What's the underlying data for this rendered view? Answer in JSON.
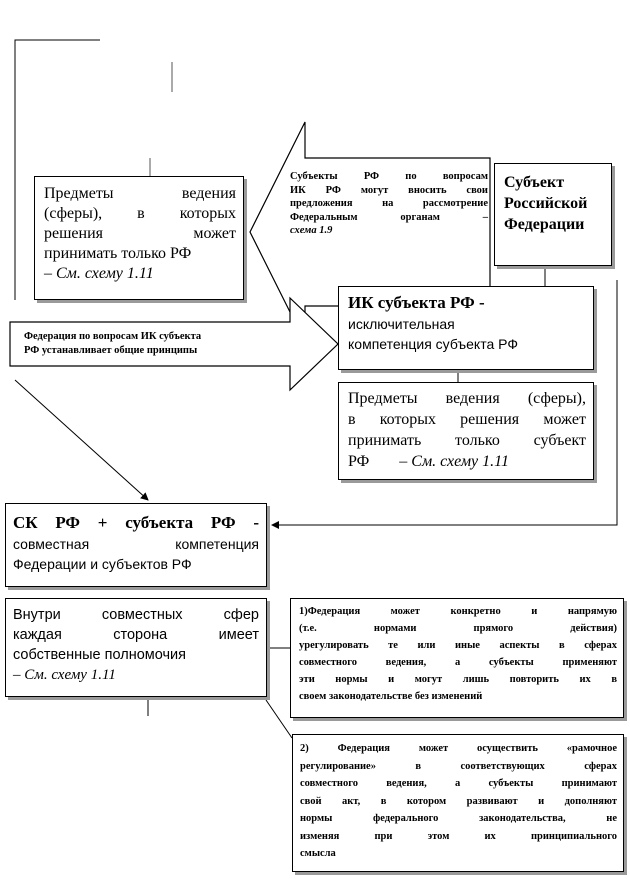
{
  "predmety_rf": {
    "line1": "Предметы ведения",
    "line2": "(сферы), в которых",
    "line3": "решения может",
    "line4": "принимать только РФ",
    "ref": "– См. схему 1.11"
  },
  "subjects_propose": {
    "line1": "Субъекты РФ по вопросам",
    "line2": "ИК РФ могут вносить свои",
    "line3": "предложения на рассмотрение",
    "line4": "Федеральным органам –",
    "ref": "схема 1.9"
  },
  "subject_box": {
    "line1": "Субъект",
    "line2": "Российской",
    "line3": "Федерации"
  },
  "federation_principles": {
    "line1": "Федерация по вопросам ИК субъекта",
    "line2": "РФ устанавливает общие принципы"
  },
  "ik_subject": {
    "title": "ИК субъекта РФ -",
    "line1": "исключительная",
    "line2": "компетенция субъекта РФ"
  },
  "predmety_subject": {
    "line1": "Предметы ведения (сферы),",
    "line2": "в которых решения может",
    "line3": "принимать только субъект",
    "line4": "РФ",
    "ref": "– См. схему 1.11"
  },
  "sk_box": {
    "title": "СК РФ + субъекта РФ -",
    "line1": "совместная компетенция",
    "line2": "Федерации и субъектов РФ"
  },
  "inside_joint": {
    "line1": "Внутри совместных сфер",
    "line2": "каждая сторона имеет",
    "line3": "собственные полномочия",
    "ref": "– См. схему 1.11"
  },
  "option1": {
    "line1": "1)Федерация может конкретно и напрямую",
    "line2": "(т.е. нормами прямого действия)",
    "line3": "урегулировать те или иные аспекты в сферах",
    "line4": "совместного ведения, а субъекты применяют",
    "line5": "эти нормы и могут лишь повторить их в",
    "line6": "своем законодательстве без изменений"
  },
  "option2": {
    "line1": "2) Федерация может осуществить «рамочное",
    "line2": "регулирование» в соответствующих сферах",
    "line3": "совместного ведения, а субъекты принимают",
    "line4": "свой акт, в котором развивают и дополняют",
    "line5": "нормы федерального законодательства, не",
    "line6": "изменяя при этом их принципиального",
    "line7": "смысла"
  }
}
